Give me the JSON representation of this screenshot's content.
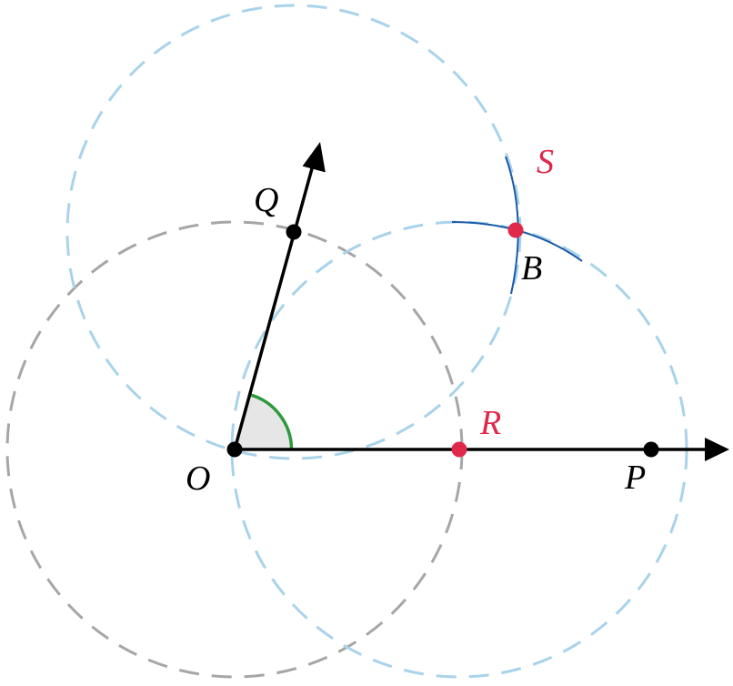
{
  "colors": {
    "ray": "#000000",
    "point": "#000000",
    "highlight_point": "#e0284a",
    "gray_circle": "#a6a6a6",
    "blue_circle": "#a9d3ea",
    "arc": "#1a5aa6",
    "angle_marker": "#2e9a3c",
    "angle_fill": "#e6e6e6",
    "label": "#000000",
    "highlight_label": "#e0284a"
  },
  "labels": {
    "O": "O",
    "P": "P",
    "Q": "Q",
    "R": "R",
    "S": "S",
    "B": "B"
  }
}
